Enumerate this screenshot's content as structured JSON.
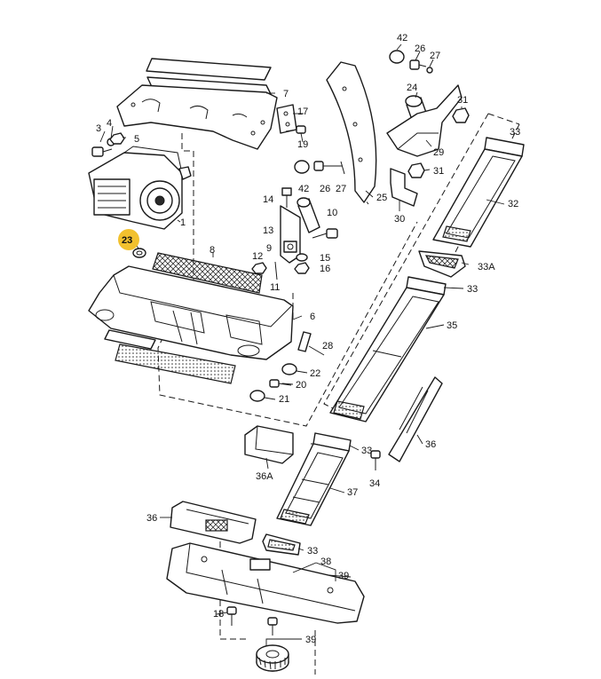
{
  "highlight_color": "#f2c12e",
  "highlighted_part": "23",
  "labels": {
    "l1": "1",
    "l3": "3",
    "l4": "4",
    "l5": "5",
    "l6": "6",
    "l7": "7",
    "l8": "8",
    "l9": "9",
    "l10": "10",
    "l11": "11",
    "l12": "12",
    "l13": "13",
    "l14": "14",
    "l15": "15",
    "l16": "16",
    "l17": "17",
    "l18": "18",
    "l19": "19",
    "l20": "20",
    "l21": "21",
    "l22": "22",
    "l23": "23",
    "l24": "24",
    "l25": "25",
    "l26a": "26",
    "l26b": "26",
    "l27a": "27",
    "l27b": "27",
    "l28": "28",
    "l29": "29",
    "l30": "30",
    "l31a": "31",
    "l31b": "31",
    "l32": "32",
    "l33a": "33",
    "l33b": "33",
    "l33c": "33",
    "l33d": "33",
    "l33A": "33A",
    "l34": "34",
    "l35": "35",
    "l36a": "36",
    "l36b": "36",
    "l36A": "36A",
    "l37": "37",
    "l38": "38",
    "l39a": "39",
    "l39b": "39",
    "l42a": "42",
    "l42b": "42"
  }
}
